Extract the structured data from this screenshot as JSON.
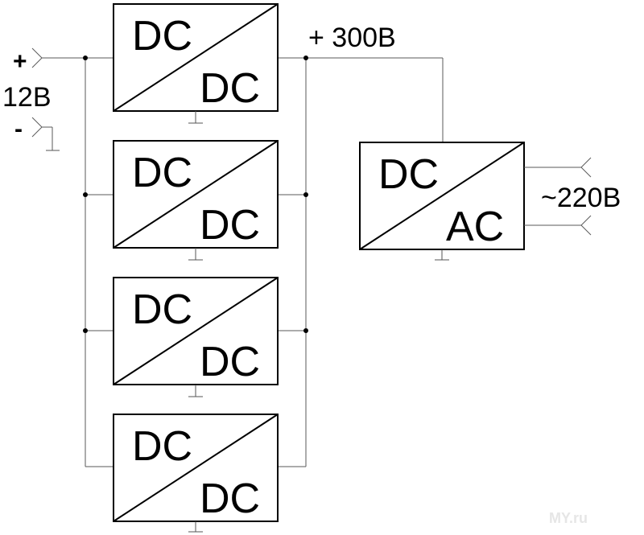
{
  "input": {
    "plus": "+",
    "voltage": "12В",
    "minus": "-"
  },
  "bus": {
    "label": "+ 300В"
  },
  "converters": [
    {
      "top": "DC",
      "bottom": "DC"
    },
    {
      "top": "DC",
      "bottom": "DC"
    },
    {
      "top": "DC",
      "bottom": "DC"
    },
    {
      "top": "DC",
      "bottom": "DC"
    }
  ],
  "inverter": {
    "top": "DC",
    "bottom": "AC"
  },
  "output": {
    "label": "~220В"
  },
  "watermark": "MY.ru"
}
